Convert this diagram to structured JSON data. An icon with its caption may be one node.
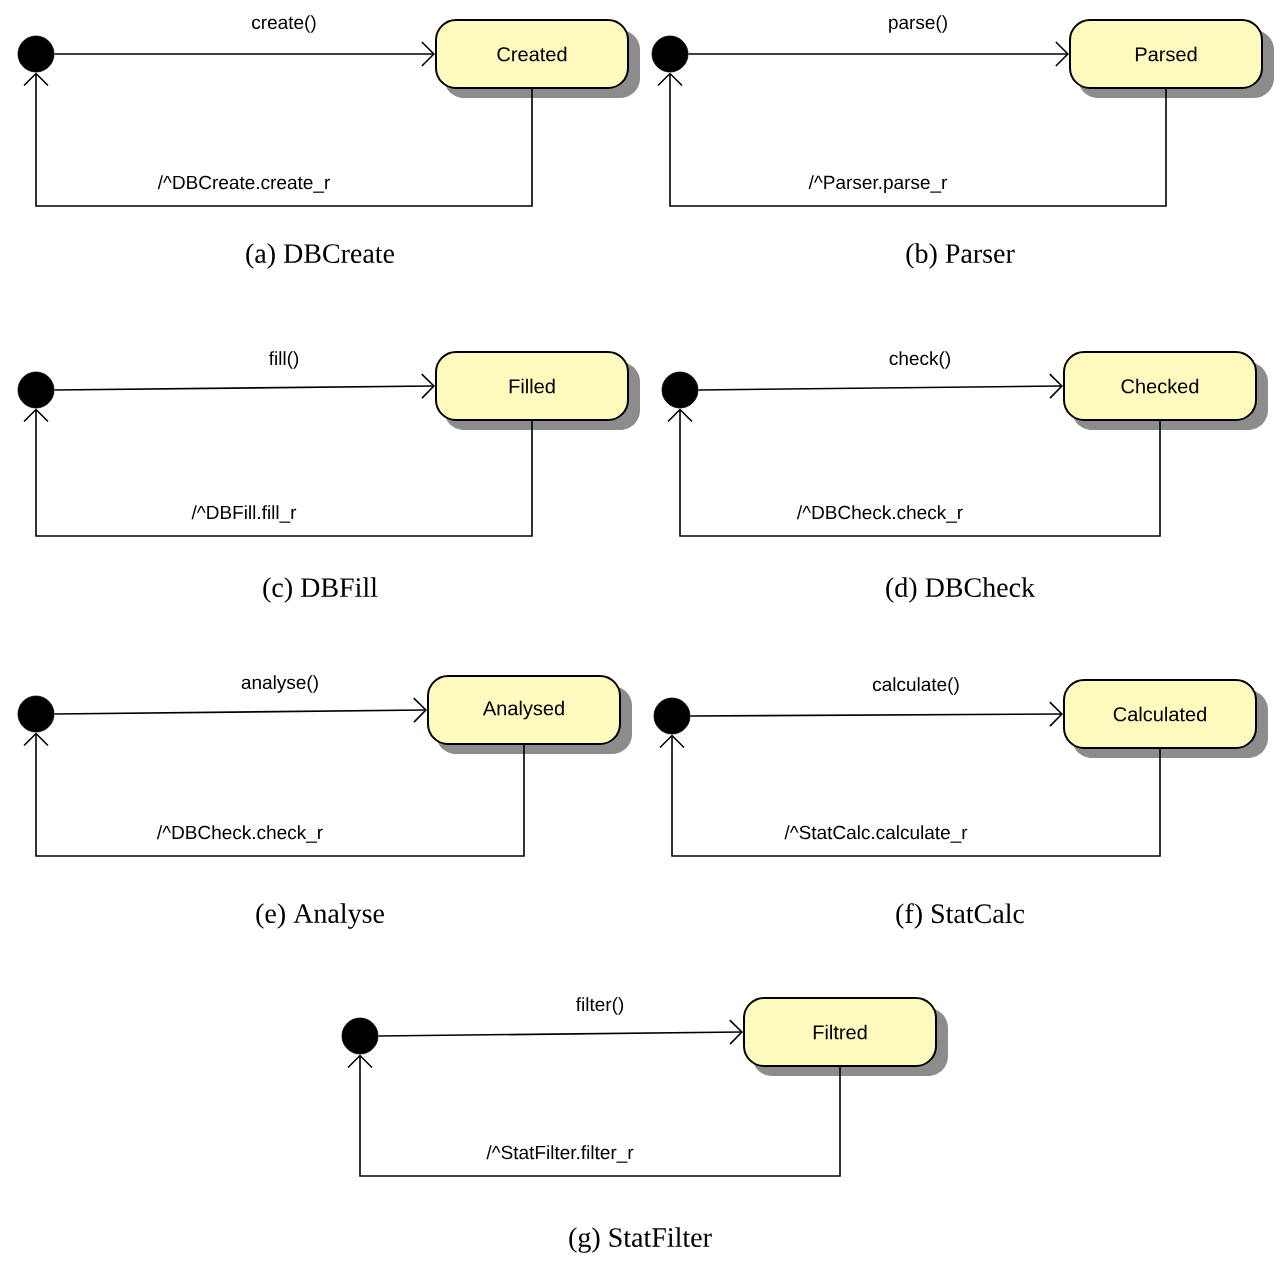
{
  "diagram": {
    "nodes": [
      {
        "text": [],
        "shape": "circle"
      },
      {
        "text": [
          "Created"
        ]
      },
      {
        "text": [],
        "shape": "circle"
      },
      {
        "text": [
          "Parsed"
        ]
      },
      {
        "text": [],
        "shape": "circle"
      },
      {
        "text": [
          "Filled"
        ]
      },
      {
        "text": [],
        "shape": "circle"
      },
      {
        "text": [
          "Checked"
        ]
      },
      {
        "text": [],
        "shape": "circle"
      },
      {
        "text": [
          "Analysed"
        ]
      },
      {
        "text": [],
        "shape": "circle"
      },
      {
        "text": [
          "Calculated"
        ]
      },
      {
        "text": [],
        "shape": "circle"
      },
      {
        "text": [
          "Filtred"
        ]
      }
    ],
    "edges": [
      {
        "from": 0,
        "to": 1,
        "arrow": "to",
        "label": "create()"
      },
      {
        "from": 1,
        "to": 0,
        "arrow": "to",
        "label": "/^DBCreate.create_r"
      },
      {
        "from": 2,
        "to": 3,
        "arrow": "to",
        "label": "parse()"
      },
      {
        "from": 3,
        "to": 2,
        "arrow": "to",
        "label": "/^Parser.parse_r"
      },
      {
        "from": 4,
        "to": 5,
        "arrow": "to",
        "label": "fill()"
      },
      {
        "from": 5,
        "to": 4,
        "arrow": "to",
        "label": "/^DBFill.fill_r"
      },
      {
        "from": 6,
        "to": 7,
        "arrow": "to",
        "label": "check()"
      },
      {
        "from": 7,
        "to": 6,
        "arrow": "to",
        "label": "/^DBCheck.check_r"
      },
      {
        "from": 8,
        "to": 9,
        "arrow": "to",
        "label": "analyse()"
      },
      {
        "from": 9,
        "to": 8,
        "arrow": "to",
        "label": "/^DBCheck.check_r"
      },
      {
        "from": 10,
        "to": 11,
        "arrow": "to",
        "label": "calculate()"
      },
      {
        "from": 11,
        "to": 10,
        "arrow": "to",
        "label": "/^StatCalc.calculate_r"
      },
      {
        "from": 12,
        "to": 13,
        "arrow": "to",
        "label": "filter()"
      },
      {
        "from": 13,
        "to": 12,
        "arrow": "to",
        "label": "/^StatFilter.filter_r"
      }
    ],
    "labels": [
      "(a) DBCreate",
      "(b) Parser",
      "(c) DBFill",
      "(d) DBCheck",
      "(e) Analyse",
      "(f) StatCalc",
      "(g) StatFilter"
    ]
  }
}
